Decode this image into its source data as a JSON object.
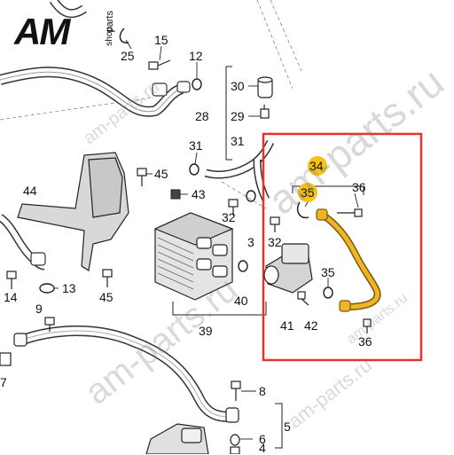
{
  "logo": {
    "main": "AM",
    "sub": "parts",
    "tag": "shop"
  },
  "watermarks": [
    "am-parts.ru",
    "am-parts.ru",
    "am-parts.ru",
    "am-parts.ru",
    "am-parts.ru"
  ],
  "callouts": {
    "c25": "25",
    "c15": "15",
    "c12": "12",
    "c30": "30",
    "c29": "29",
    "c28": "28",
    "c31a": "31",
    "c31b": "31",
    "c45a": "45",
    "c44": "44",
    "c43": "43",
    "c32a": "32",
    "c3": "3",
    "c32b": "32",
    "c34": "34",
    "c35a": "35",
    "c36a": "36",
    "c35b": "35",
    "c13": "13",
    "c14": "14",
    "c45b": "45",
    "c40": "40",
    "c41": "41",
    "c42": "42",
    "c36b": "36",
    "c9": "9",
    "c39": "39",
    "c7": "7",
    "c8": "8",
    "c6": "6",
    "c5": "5",
    "c4": "4"
  },
  "colors": {
    "highlight_box": "#e8312f",
    "highlight_badge": "#f5c218",
    "pipe_highlight": "#f0b429",
    "line": "#222222"
  }
}
